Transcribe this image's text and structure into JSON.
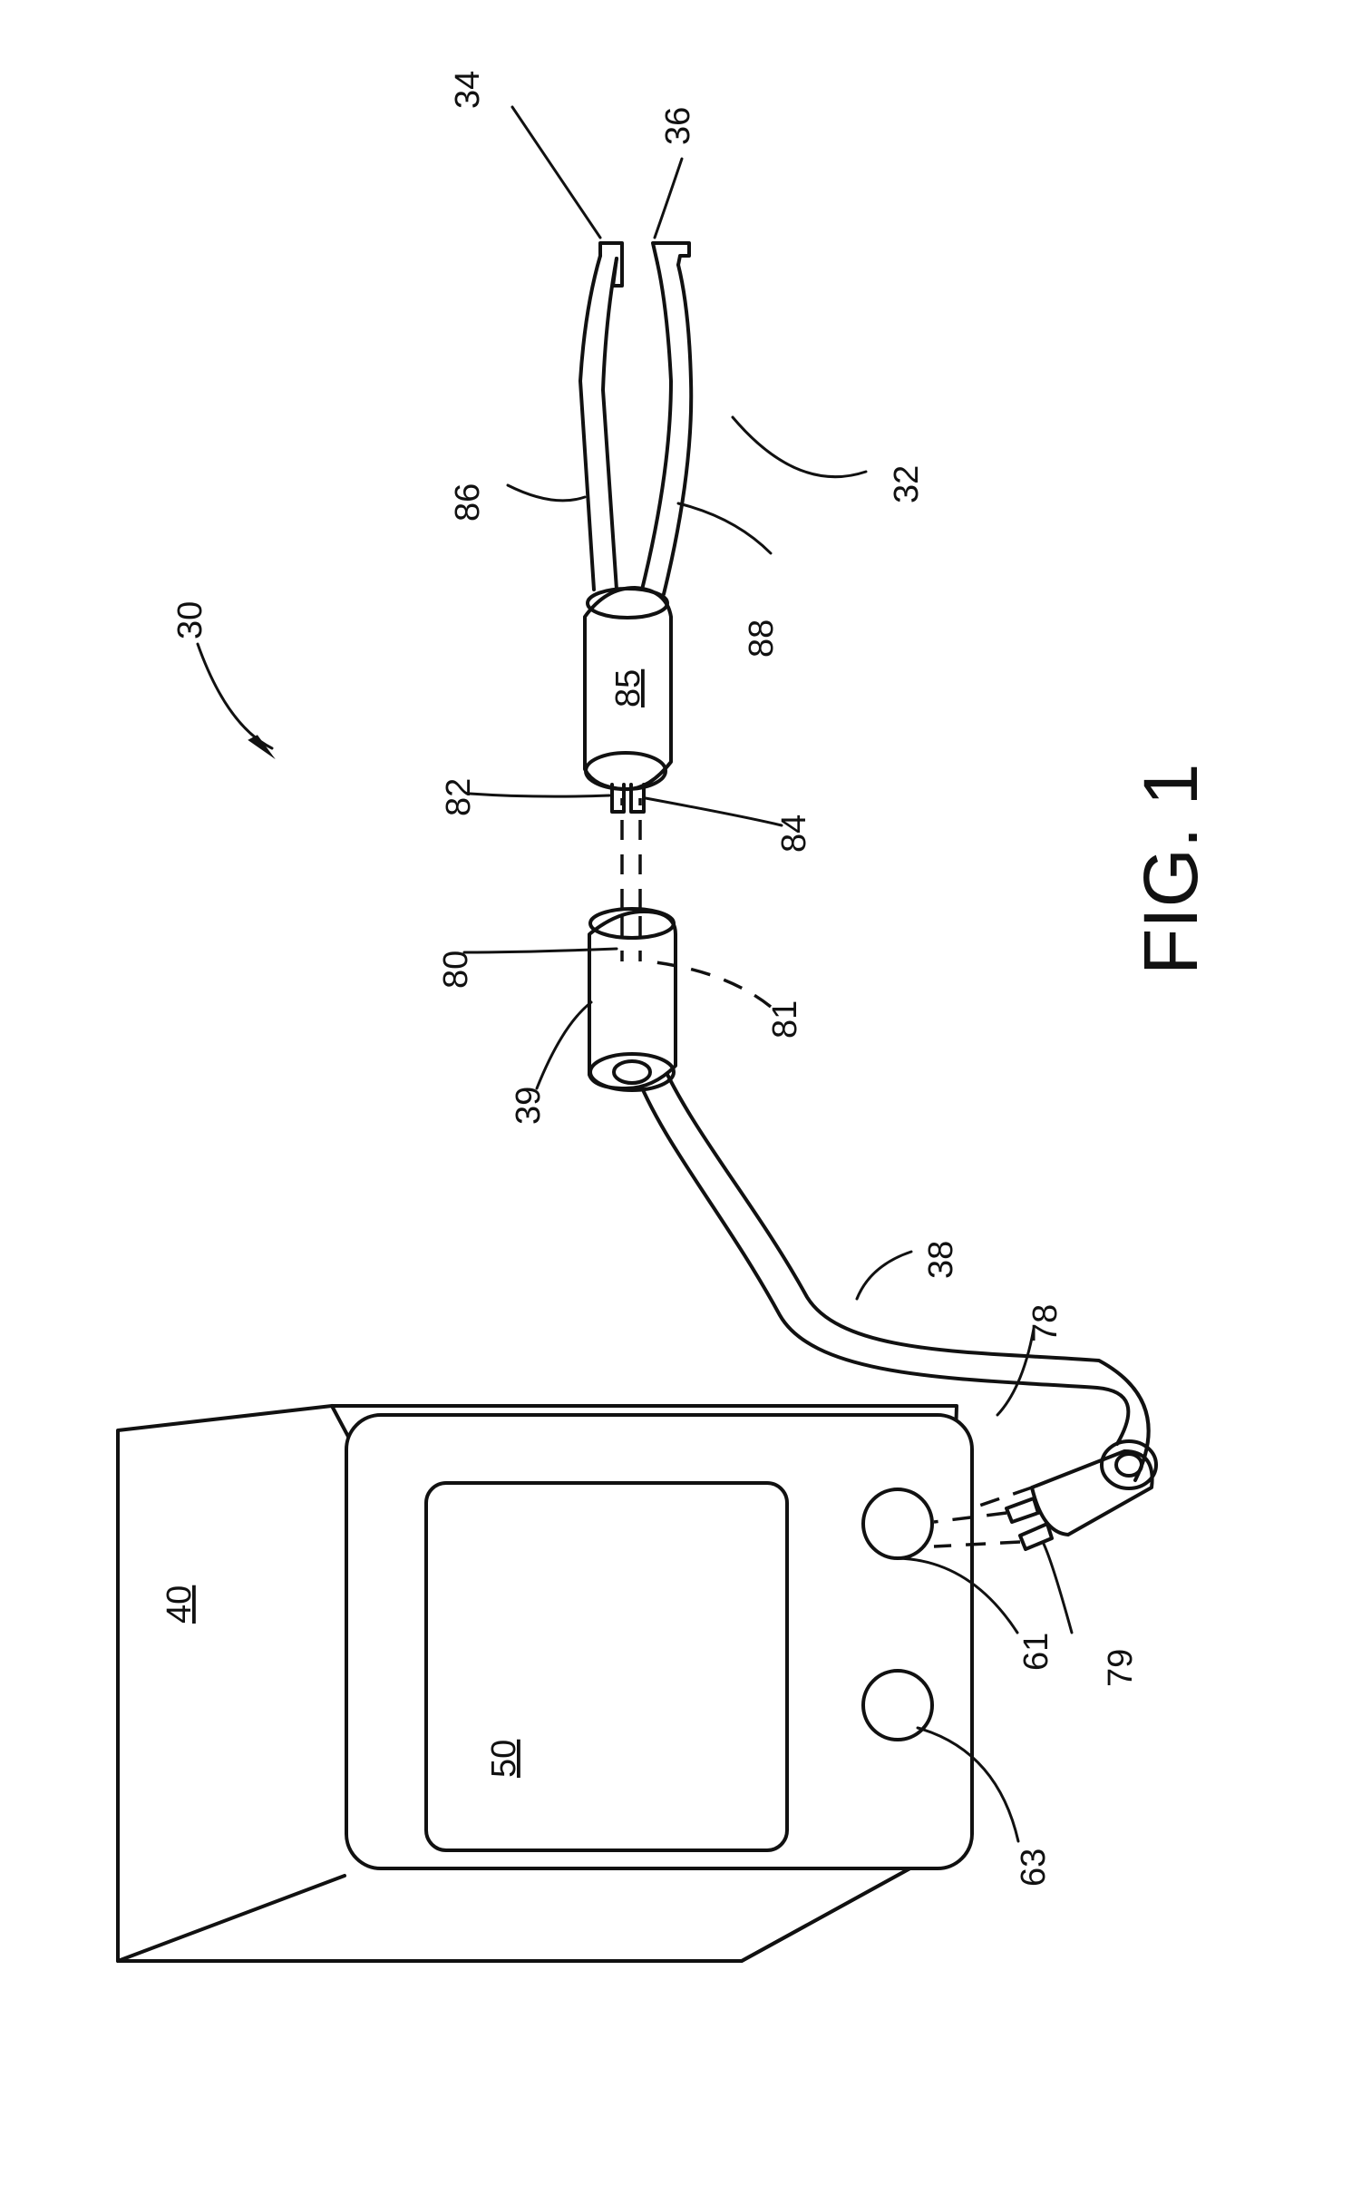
{
  "figure": {
    "caption": "FIG. 1",
    "references": {
      "system": "30",
      "instrument": "32",
      "jaw_upper": "34",
      "jaw_lower": "36",
      "cable": "38",
      "cable_connector": "39",
      "generator": "40",
      "display": "50",
      "port_a": "61",
      "port_b": "63",
      "plug_pin_a": "78",
      "plug_pin_b": "79",
      "socket_contact_a": "80",
      "socket_contact_b": "81",
      "instrument_pin_a": "82",
      "instrument_pin_b": "84",
      "handle": "85",
      "arm_upper": "86",
      "arm_lower": "88"
    }
  }
}
